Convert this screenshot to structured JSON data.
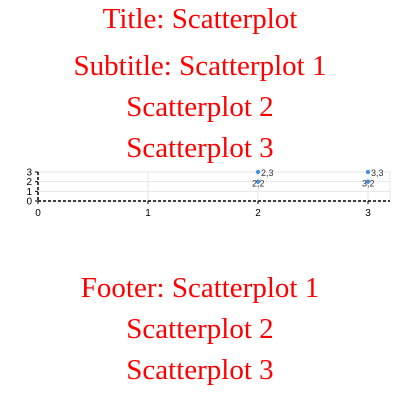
{
  "title": "Title: Scatterplot",
  "subtitle_lines": [
    "Subtitle: Scatterplot 1",
    "Scatterplot 2",
    "Scatterplot 3"
  ],
  "footer_lines": [
    "Footer: Scatterplot 1",
    "Scatterplot 2",
    "Scatterplot 3"
  ],
  "colors": {
    "text": "#ff0000",
    "point": "#4a90d9",
    "grid": "#e6e6e6",
    "axis": "#000000"
  },
  "chart_data": {
    "type": "scatter",
    "title": "Title: Scatterplot",
    "subtitle": "Subtitle: Scatterplot 1 Scatterplot 2 Scatterplot 3",
    "footer": "Footer: Scatterplot 1 Scatterplot 2 Scatterplot 3",
    "xlabel": "",
    "ylabel": "",
    "xlim": [
      0,
      3.2
    ],
    "ylim": [
      0,
      3
    ],
    "xticks": [
      "0",
      "1",
      "2",
      "3"
    ],
    "yticks": [
      "0",
      "1",
      "2",
      "3"
    ],
    "grid": true,
    "points": [
      {
        "x": 2,
        "y": 2,
        "label": "2,2"
      },
      {
        "x": 2,
        "y": 3,
        "label": "2,3"
      },
      {
        "x": 3,
        "y": 2,
        "label": "3,2"
      },
      {
        "x": 3,
        "y": 3,
        "label": "3,3"
      }
    ]
  }
}
